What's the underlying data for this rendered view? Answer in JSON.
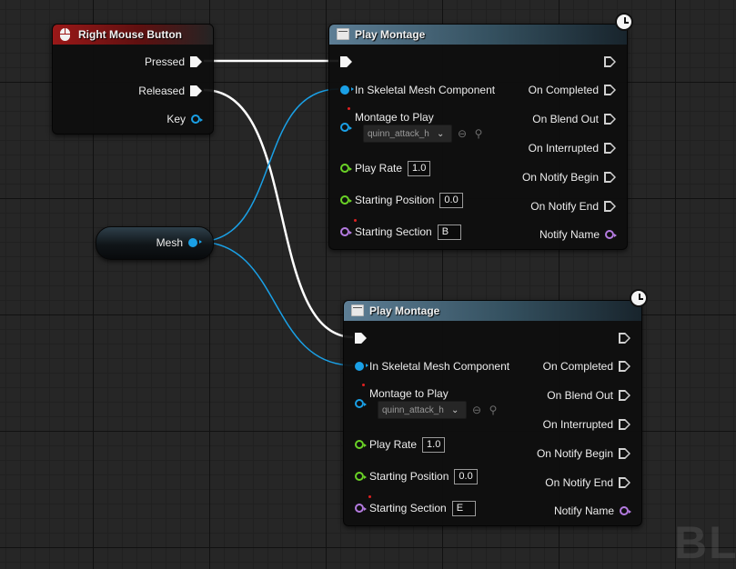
{
  "graph": {
    "watermark": "BL"
  },
  "input_node": {
    "title": "Right Mouse Button",
    "icon": "mouse-icon",
    "header_color": "#9a1818",
    "pins": {
      "pressed": "Pressed",
      "released": "Released",
      "key": "Key"
    }
  },
  "mesh_var": {
    "label": "Mesh"
  },
  "montage_nodes": [
    {
      "title": "Play Montage",
      "header_color": "#5d7e95",
      "inputs": {
        "skeletal_mesh": "In Skeletal Mesh Component",
        "montage_to_play": "Montage to Play",
        "montage_asset": "quinn_attack_h",
        "play_rate": "Play Rate",
        "play_rate_value": "1.0",
        "starting_position": "Starting Position",
        "starting_position_value": "0.0",
        "starting_section": "Starting Section",
        "starting_section_value": "B"
      },
      "outputs": {
        "on_completed": "On Completed",
        "on_blend_out": "On Blend Out",
        "on_interrupted": "On Interrupted",
        "on_notify_begin": "On Notify Begin",
        "on_notify_end": "On Notify End",
        "notify_name": "Notify Name"
      }
    },
    {
      "title": "Play Montage",
      "header_color": "#5d7e95",
      "inputs": {
        "skeletal_mesh": "In Skeletal Mesh Component",
        "montage_to_play": "Montage to Play",
        "montage_asset": "quinn_attack_h",
        "play_rate": "Play Rate",
        "play_rate_value": "1.0",
        "starting_position": "Starting Position",
        "starting_position_value": "0.0",
        "starting_section": "Starting Section",
        "starting_section_value": "E"
      },
      "outputs": {
        "on_completed": "On Completed",
        "on_blend_out": "On Blend Out",
        "on_interrupted": "On Interrupted",
        "on_notify_begin": "On Notify Begin",
        "on_notify_end": "On Notify End",
        "notify_name": "Notify Name"
      }
    }
  ],
  "colors": {
    "exec_wire": "#ffffff",
    "object_wire": "#1aa0e6",
    "float_pin": "#6ad226",
    "name_pin": "#b47be0"
  }
}
